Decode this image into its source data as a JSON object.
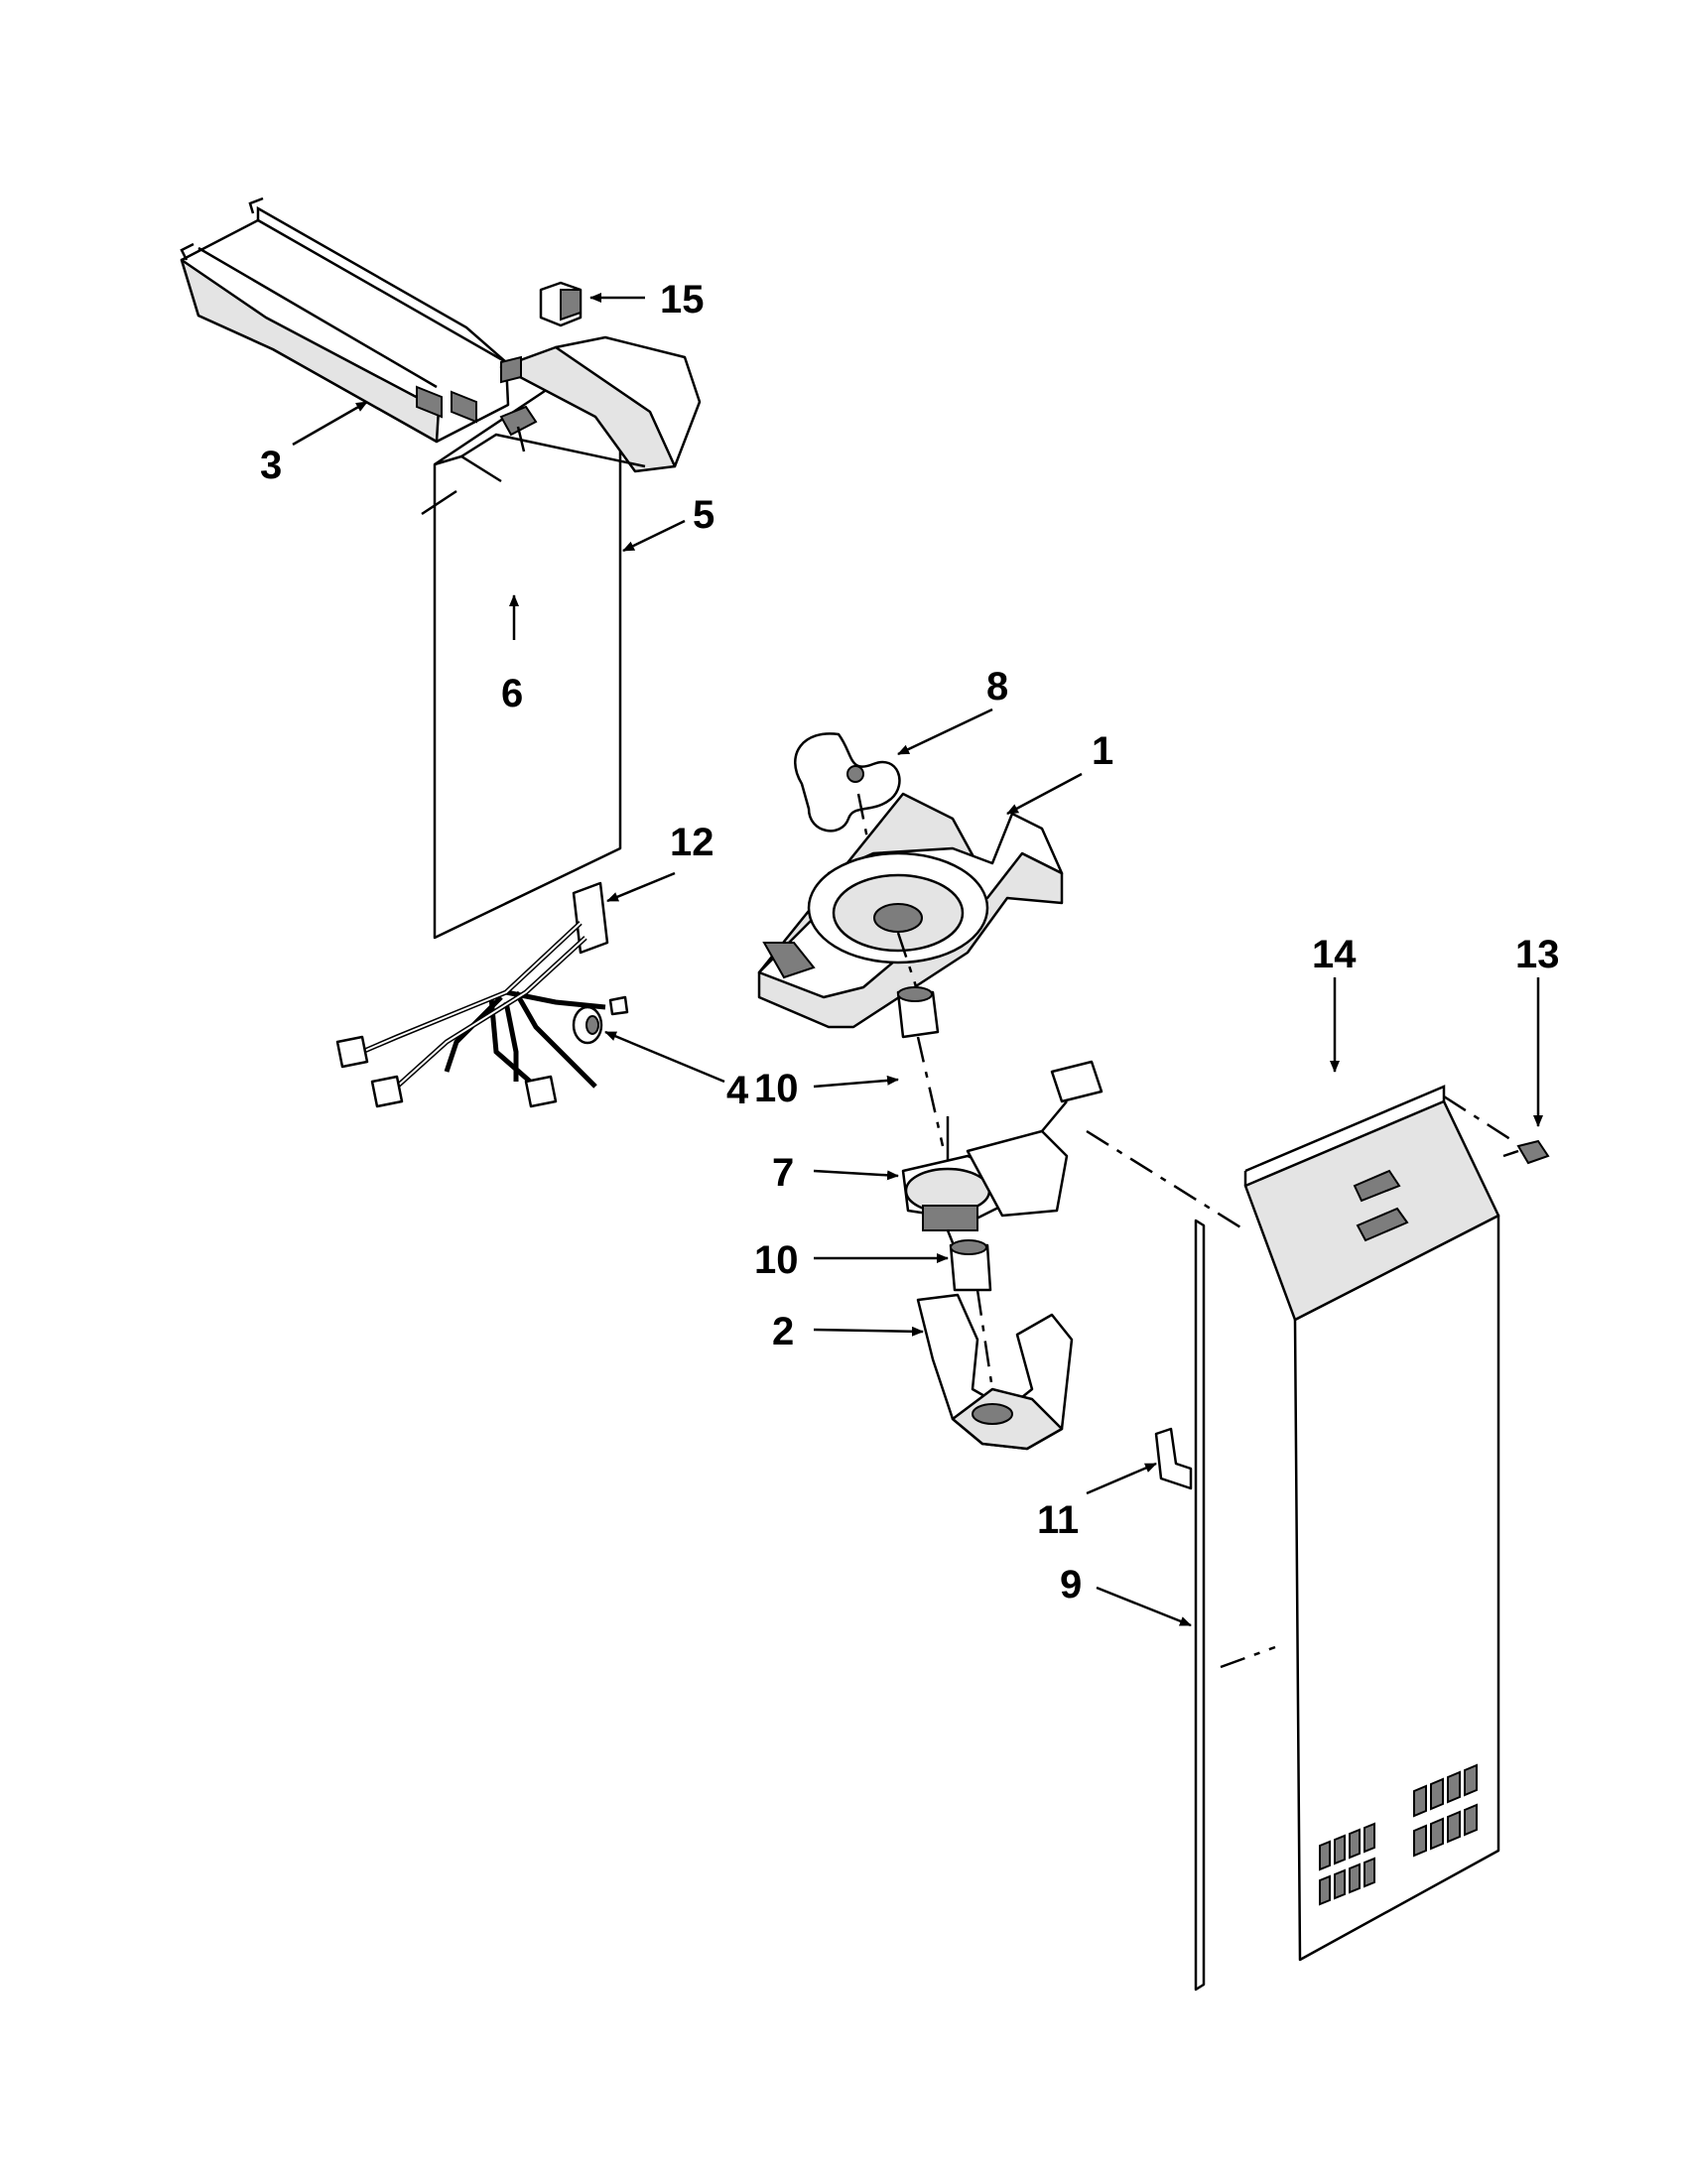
{
  "diagram": {
    "type": "exploded-parts-view",
    "callouts": [
      {
        "id": "c15",
        "label": "15"
      },
      {
        "id": "c3",
        "label": "3"
      },
      {
        "id": "c5",
        "label": "5"
      },
      {
        "id": "c6",
        "label": "6"
      },
      {
        "id": "c8",
        "label": "8"
      },
      {
        "id": "c1",
        "label": "1"
      },
      {
        "id": "c12",
        "label": "12"
      },
      {
        "id": "c14",
        "label": "14"
      },
      {
        "id": "c13",
        "label": "13"
      },
      {
        "id": "c10a",
        "label": "10"
      },
      {
        "id": "c4",
        "label": "4"
      },
      {
        "id": "c7",
        "label": "7"
      },
      {
        "id": "c10b",
        "label": "10"
      },
      {
        "id": "c2",
        "label": "2"
      },
      {
        "id": "c11",
        "label": "11"
      },
      {
        "id": "c9",
        "label": "9"
      }
    ]
  }
}
